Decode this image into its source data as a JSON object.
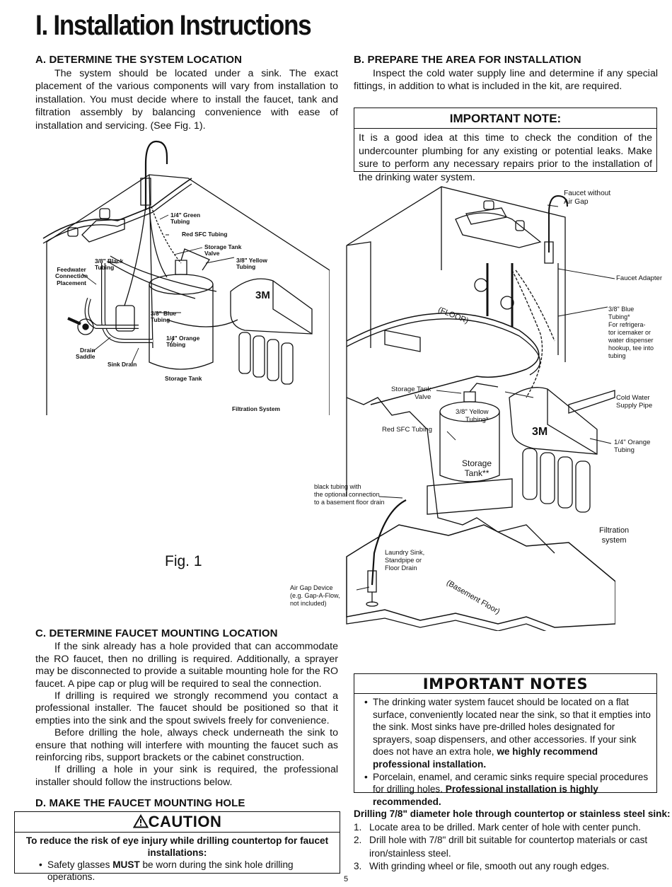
{
  "title": "I. Installation Instructions",
  "sectionA": {
    "heading": "A.   DETERMINE THE SYSTEM LOCATION",
    "body": "The system should be located under a sink. The exact placement of the various components will vary from installation to installation. You must decide where to install the faucet, tank and filtration assembly by balancing convenience with ease of installation and servicing. (See Fig. 1)."
  },
  "sectionB": {
    "heading": "B.   PREPARE THE AREA FOR INSTALLATION",
    "body": "Inspect the cold water supply line and determine if any special fittings, in addition to what is included in the kit, are required."
  },
  "importantNote": {
    "heading": "IMPORTANT NOTE:",
    "body": "It is a good idea at this time to check the condition of the undercounter plumbing for any existing or potential leaks. Make sure to perform any necessary repairs prior to the installation of the drinking water system."
  },
  "fig1": {
    "caption": "Fig. 1",
    "labels": {
      "green": "1/4\" Green\nTubing",
      "redsfc": "Red SFC Tubing",
      "valve": "Storage Tank\nValve",
      "yellow": "3/8\" Yellow\nTubing",
      "black": "3/8\" Black\nTubing",
      "feedwater": "Feedwater\nConnection\nPlacement",
      "blue": "3/8\" Blue\nTubing",
      "orange": "1/4\" Orange\nTubing",
      "drain": "Drain\nSaddle",
      "sinkdrain": "Sink Drain",
      "tank": "Storage Tank",
      "filtration": "Filtration System",
      "brand": "3M"
    }
  },
  "fig2": {
    "labels": {
      "faucetNoGap": "Faucet without\nAir Gap",
      "adapter": "Faucet Adapter",
      "blue": "3/8\" Blue\nTubing*\nFor refrigera-\ntor icemaker or\nwater dispenser\nhookup, tee into\ntubing",
      "floor": "(FLOOR)",
      "cold": "Cold Water\nSupply Pipe",
      "valve": "Storage Tank\nValve",
      "yellow": "3/8\" Yellow\nTubing*",
      "redsfc": "Red SFC Tubing",
      "tank": "Storage\nTank**",
      "orange": "1/4\" Orange\nTubing",
      "blacktube": "black tubing with\nthe optional connection\nto a basement floor drain",
      "filtration": "Filtration\nsystem",
      "laundry": "Laundry Sink,\nStandpipe or\nFloor Drain",
      "airgap": "Air Gap Device\n(e.g. Gap-A-Flow,\nnot included)",
      "basement": "(Basement Floor)",
      "brand": "3M"
    }
  },
  "sectionC": {
    "heading": "C.   DETERMINE FAUCET MOUNTING LOCATION",
    "p1": "If the sink already has a hole provided that can accommodate the RO faucet, then no drilling is required. Additionally, a sprayer may be disconnected to provide a suitable mounting hole for the RO faucet. A pipe cap or plug will be required to seal the connection.",
    "p2": "If drilling is required we strongly recommend you contact a professional installer. The faucet should be positioned so that it empties into the sink and the spout swivels freely for convenience.",
    "p3": "Before drilling the hole, always check underneath the sink to ensure that nothing will interfere with mounting the faucet such as reinforcing ribs, support brackets or the cabinet construction.",
    "p4": "If drilling a hole in your sink is required, the professional installer should follow the instructions below."
  },
  "sectionD": {
    "heading": "D.   MAKE THE FAUCET MOUNTING HOLE"
  },
  "caution": {
    "heading": "CAUTION",
    "warning": "To reduce the risk of eye injury while drilling countertop for faucet installations:",
    "bullet_pre": "Safety glasses ",
    "bullet_bold": "MUST",
    "bullet_post": " be worn during the sink hole drilling operations."
  },
  "importantNotes": {
    "heading": "IMPORTANT NOTES",
    "b1_text": "The drinking water system faucet should be located on a flat surface, conveniently located near the sink, so that it empties into the sink. Most sinks have pre-drilled holes designated for sprayers, soap dispensers, and other accessories. If your sink does not have an extra hole, ",
    "b1_bold": "we highly recommend professional installation.",
    "b2_text": "Porcelain, enamel, and ceramic sinks require special procedures for drilling holes. ",
    "b2_bold": "Professional installation is highly recommended."
  },
  "drilling": {
    "heading": "Drilling 7/8\" diameter hole through countertop or stainless steel sink:",
    "steps": [
      {
        "num": "1.",
        "text": "Locate area to be drilled. Mark center of hole with center punch."
      },
      {
        "num": "2.",
        "text": "Drill hole with 7/8\" drill bit suitable for countertop materials or cast iron/stainless steel."
      },
      {
        "num": "3.",
        "text": "With grinding wheel or file, smooth out any rough edges."
      }
    ]
  },
  "pageNumber": "5"
}
